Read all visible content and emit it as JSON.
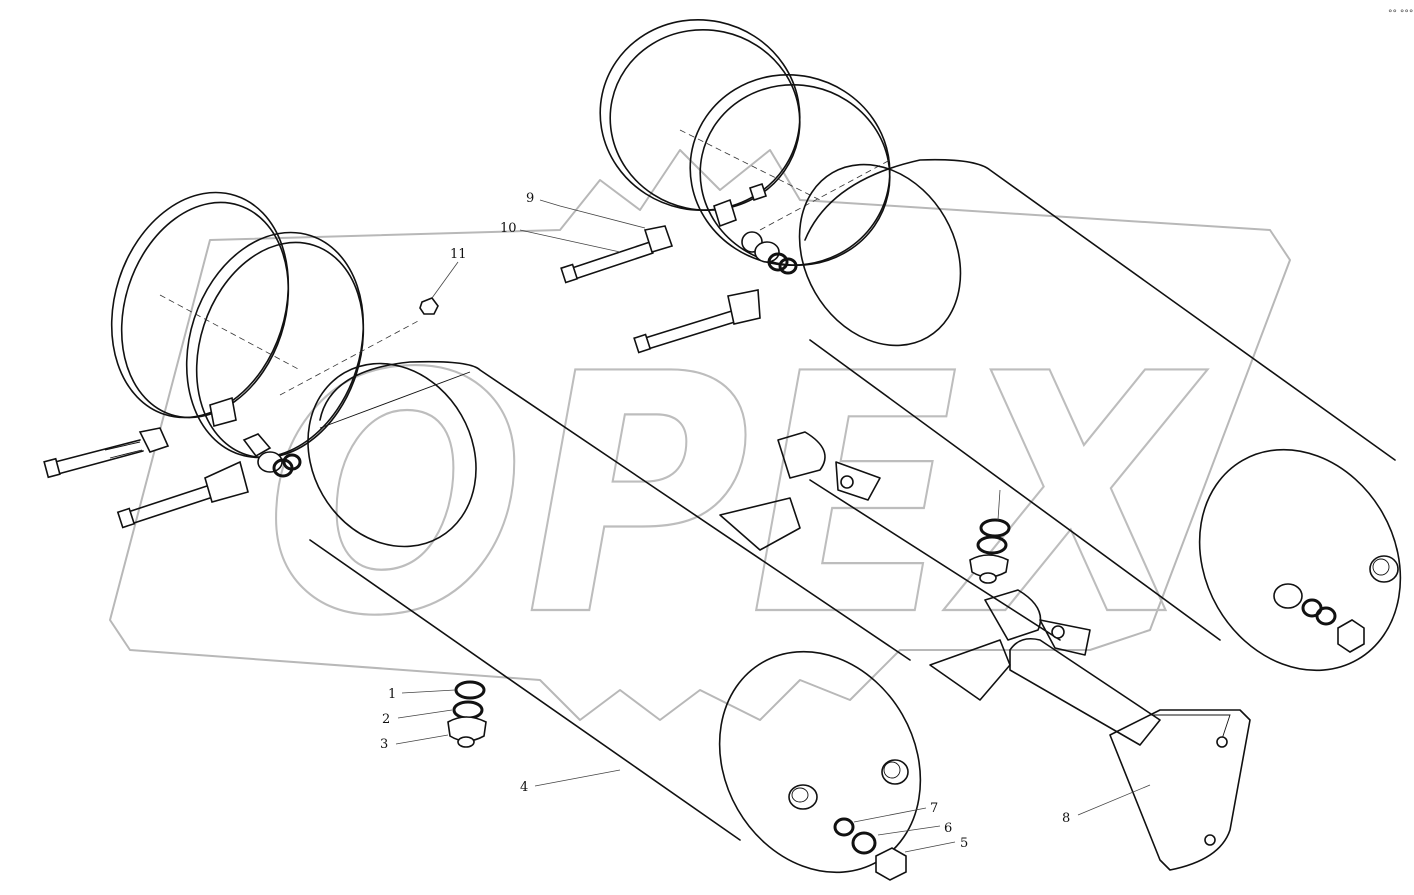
{
  "watermark": {
    "text": "OPEX"
  },
  "corner_mark": "°° °°°",
  "callouts": [
    {
      "number": "1"
    },
    {
      "number": "2"
    },
    {
      "number": "3"
    },
    {
      "number": "4"
    },
    {
      "number": "5"
    },
    {
      "number": "6"
    },
    {
      "number": "7"
    },
    {
      "number": "8"
    },
    {
      "number": "9"
    },
    {
      "number": "10"
    },
    {
      "number": "11"
    }
  ]
}
